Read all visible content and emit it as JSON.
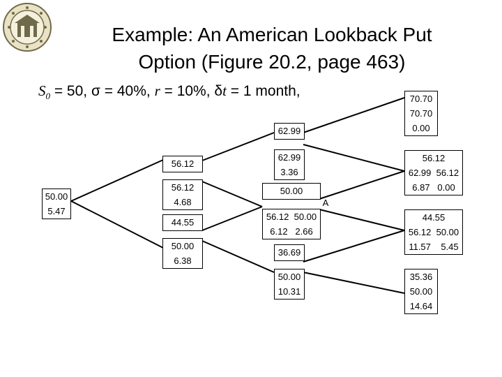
{
  "title": {
    "line1": "Example:  An American Lookback Put",
    "line2": "Option (Figure 20.2, page 463)"
  },
  "params": {
    "s0_symbol": "S",
    "s0_sub": "0",
    "s0_rest": " = 50, ",
    "sigma": "σ",
    "sigma_rest": " = 40%, ",
    "r": "r",
    "r_rest": " = 10%, ",
    "delta": "δ",
    "t": "t",
    "t_rest": " = 1 month,"
  },
  "nodes": {
    "root": {
      "l1": "50.00",
      "l2": "5.47"
    },
    "m1_up": {
      "l1": "56.12"
    },
    "m1_down": {
      "l1": "56.12",
      "l2": "4.68"
    },
    "m1_low": {
      "l1": "44.55"
    },
    "m1_low2": {
      "l1": "50.00",
      "l2": "6.38"
    },
    "m2_top": {
      "l1": "62.99"
    },
    "m2_up": {
      "l1": "62.99",
      "l2": "3.36"
    },
    "m2_mid": {
      "l1": "50.00"
    },
    "m2_mid2": {
      "l1": "56.12  50.00",
      "l2": "6.12   2.66"
    },
    "m2_low": {
      "l1": "36.69"
    },
    "m2_low2": {
      "l1": "50.00",
      "l2": "10.31"
    },
    "label_a": "A",
    "r1": {
      "l1": "70.70",
      "l2": "70.70",
      "l3": "0.00"
    },
    "r2": {
      "l1": "56.12",
      "l2": "62.99  56.12",
      "l3": "6.87   0.00"
    },
    "r3": {
      "l1": "44.55",
      "l2": "56.12  50.00",
      "l3": "11.57    5.45"
    },
    "r4": {
      "l1": "35.36",
      "l2": "50.00",
      "l3": "14.64"
    }
  },
  "colors": {
    "line": "#000000",
    "background": "#ffffff"
  }
}
